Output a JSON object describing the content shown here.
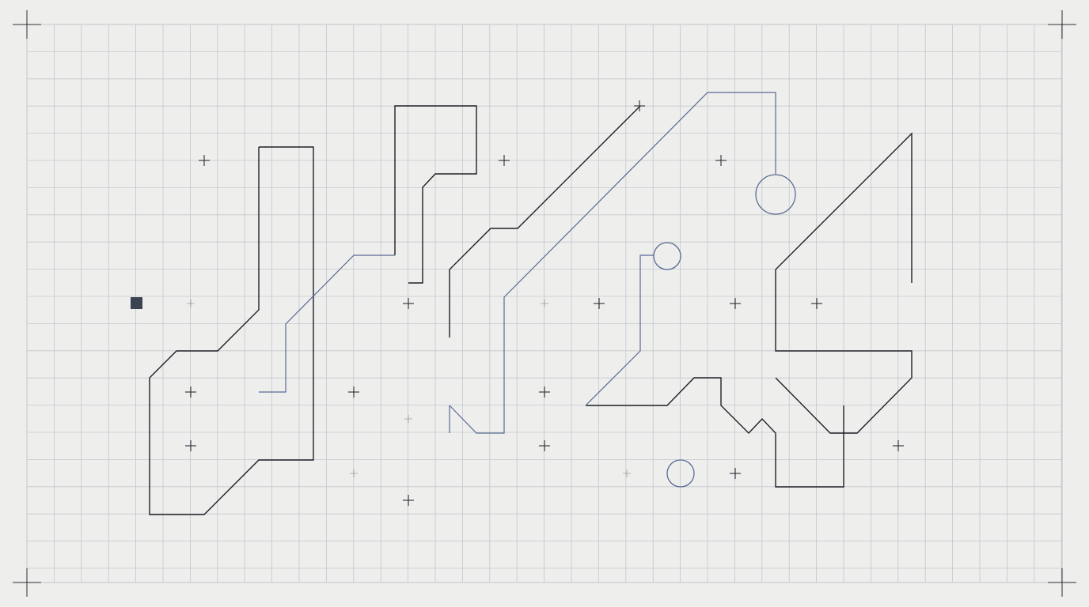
{
  "colors": {
    "background": "#eeeeed",
    "grid": "#c4c7cc",
    "ink_dark": "#1e2026",
    "ink_blue": "#5a6a94",
    "marker": "#3a4450",
    "crosshair": "#2a2d33"
  },
  "grid": {
    "visible": true
  },
  "corner_marks": [
    "top-left",
    "top-right",
    "bottom-left",
    "bottom-right"
  ],
  "icons": {
    "plus_marker": "plus-crosshair-icon",
    "square_marker": "filled-square-icon",
    "node": "circle-node-icon",
    "corner": "registration-mark-icon"
  }
}
